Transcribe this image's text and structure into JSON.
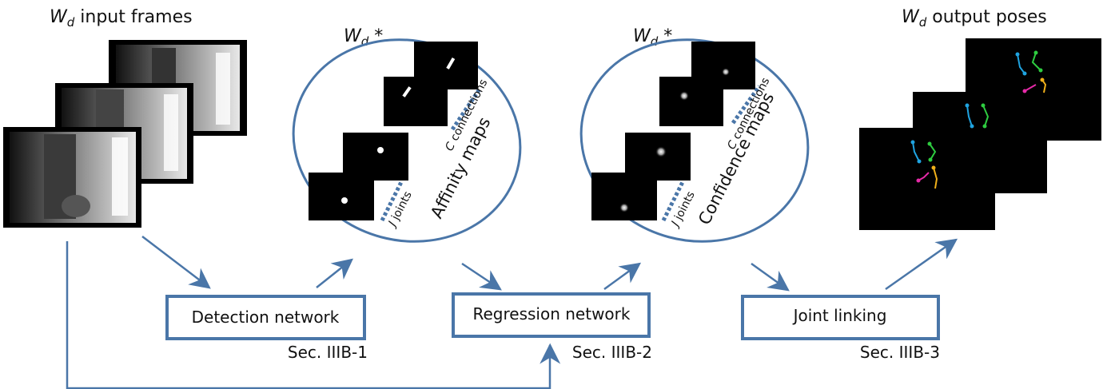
{
  "input": {
    "var": "W",
    "sub": "d",
    "label": " input frames"
  },
  "affinity": {
    "var": "W",
    "sub": "d",
    "op": " *",
    "joints_var": "J",
    "joints": " joints",
    "conn_var": "C",
    "conn": " connections",
    "caption": "Affinity maps"
  },
  "confidence": {
    "var": "W",
    "sub": "d",
    "op": " *",
    "joints_var": "J",
    "joints": " joints",
    "conn_var": "C",
    "conn": " connections",
    "caption": "Confidence maps"
  },
  "output": {
    "var": "W",
    "sub": "d",
    "label": " output poses"
  },
  "steps": [
    {
      "label": "Detection network",
      "sec": "Sec. IIIB-1"
    },
    {
      "label": "Regression network",
      "sec": "Sec. IIIB-2"
    },
    {
      "label": "Joint linking",
      "sec": "Sec. IIIB-3"
    }
  ],
  "colors": {
    "accent": "#4a76a8",
    "frame": "#000000",
    "white": "#ffffff",
    "pose": [
      "#1fa3e0",
      "#2ecc40",
      "#e62aa8",
      "#f0b01a"
    ]
  }
}
